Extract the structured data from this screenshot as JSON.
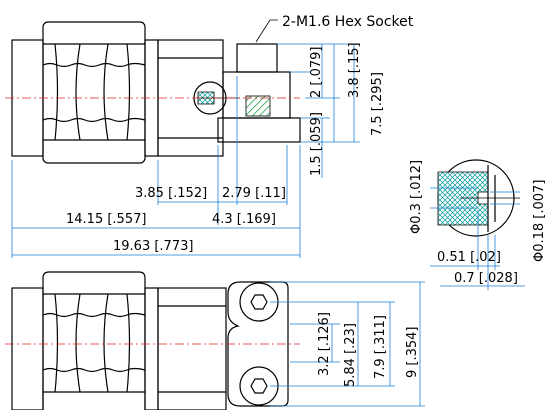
{
  "callout": {
    "label": "2-M1.6 Hex Socket"
  },
  "top_view": {
    "dims_right": [
      {
        "label": "2 [.079]"
      },
      {
        "label": "3.8 [.15]"
      },
      {
        "label": "7.5 [.295]"
      },
      {
        "label": "1.5 [.059]"
      }
    ],
    "dims_bottom": [
      {
        "label": "3.85 [.152]"
      },
      {
        "label": "2.79 [.11]"
      },
      {
        "label": "14.15 [.557]"
      },
      {
        "label": "4.3 [.169]"
      },
      {
        "label": "19.63 [.773]"
      }
    ]
  },
  "detail_view": {
    "dims": [
      {
        "label": "Φ0.3 [.012]"
      },
      {
        "label": "Φ0.18 [.007]"
      },
      {
        "label": "0.51 [.02]"
      },
      {
        "label": "0.7 [.028]"
      }
    ]
  },
  "bottom_view": {
    "dims": [
      {
        "label": "3.2 [.126]"
      },
      {
        "label": "5.84 [.23]"
      },
      {
        "label": "7.9 [.311]"
      },
      {
        "label": "9 [.354]"
      }
    ]
  },
  "colors": {
    "dimension": "#1a7fd8",
    "centerline": "#dd2222",
    "hatch": "#009999",
    "outline": "#000000"
  }
}
